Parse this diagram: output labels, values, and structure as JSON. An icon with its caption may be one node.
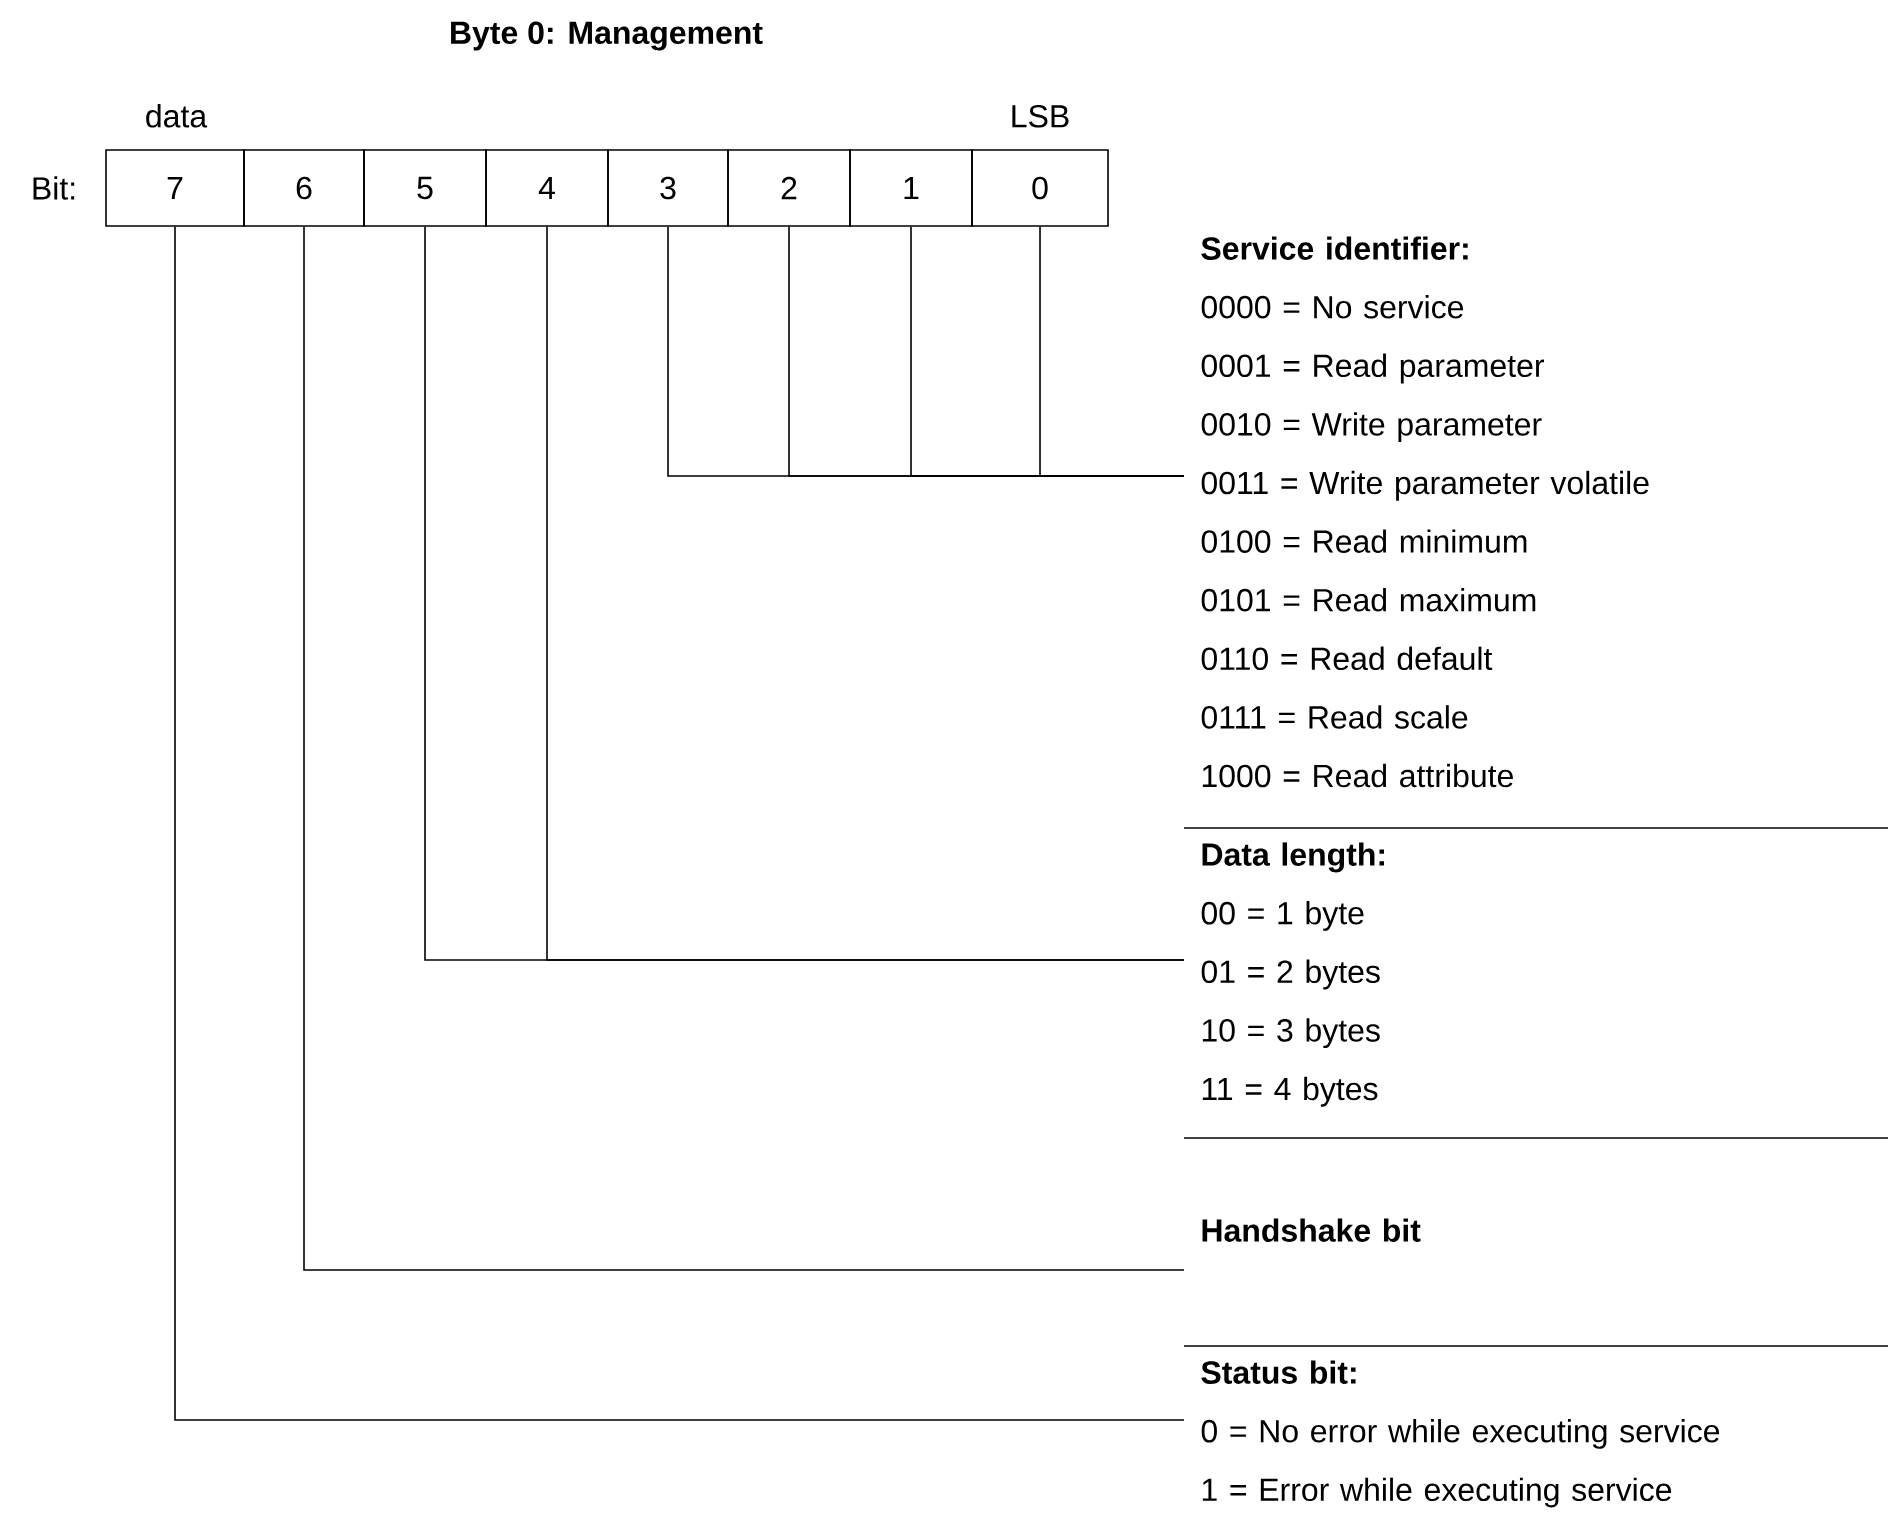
{
  "diagram": {
    "title": "Byte 0: Management",
    "nodes": [
      {
        "text": [
          "7"
        ]
      },
      {
        "text": [
          "6"
        ]
      },
      {
        "text": [
          "5"
        ]
      },
      {
        "text": [
          "4"
        ]
      },
      {
        "text": [
          "3"
        ]
      },
      {
        "text": [
          "2"
        ]
      },
      {
        "text": [
          "1"
        ]
      },
      {
        "text": [
          "0"
        ]
      },
      {
        "text": [
          "Service identifier:",
          "0000 = No service",
          "0001 = Read parameter",
          "0010 = Write parameter",
          "0011 = Write parameter volatile",
          "0100 = Read minimum",
          "0101 = Read maximum",
          "0110 = Read default",
          "0111 = Read scale",
          "1000 = Read attribute"
        ]
      },
      {
        "text": [
          "Data length:",
          "00 = 1 byte",
          "01 = 2 bytes",
          "10 = 3 bytes",
          "11 = 4 bytes"
        ]
      },
      {
        "text": [
          "Handshake bit"
        ]
      },
      {
        "text": [
          "Status bit:",
          "0 = No error while executing service",
          "1 = Error while executing service"
        ]
      }
    ],
    "edges": [
      {
        "from": 4,
        "to": 8,
        "arrow": "none"
      },
      {
        "from": 5,
        "to": 8,
        "arrow": "none"
      },
      {
        "from": 6,
        "to": 8,
        "arrow": "none"
      },
      {
        "from": 7,
        "to": 8,
        "arrow": "none"
      },
      {
        "from": 2,
        "to": 9,
        "arrow": "none"
      },
      {
        "from": 3,
        "to": 9,
        "arrow": "none"
      },
      {
        "from": 1,
        "to": 10,
        "arrow": "none"
      },
      {
        "from": 0,
        "to": 11,
        "arrow": "none"
      }
    ],
    "labels": [
      "data",
      "LSB",
      "Bit:"
    ]
  }
}
